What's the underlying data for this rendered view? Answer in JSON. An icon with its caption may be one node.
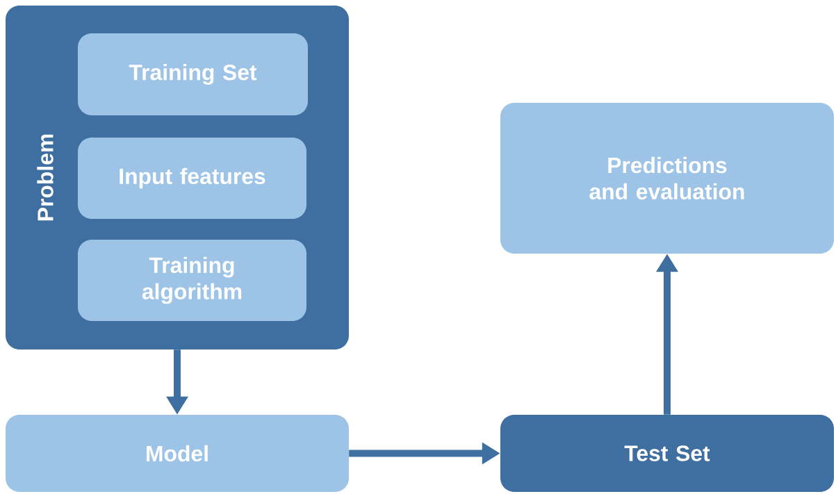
{
  "diagram": {
    "nodes": [
      {
        "text": [
          "Problem"
        ]
      },
      {
        "text": [
          "Training Set"
        ],
        "in": 0
      },
      {
        "text": [
          "Input features"
        ],
        "in": 0
      },
      {
        "text": [
          "Training algorithm"
        ],
        "in": 0
      },
      {
        "text": [
          "Model"
        ]
      },
      {
        "text": [
          "Test Set"
        ]
      },
      {
        "text": [
          "Predictions and evaluation"
        ]
      }
    ],
    "edges": [
      {
        "from": 0,
        "to": 4,
        "arrow": "to"
      },
      {
        "from": 4,
        "to": 5,
        "arrow": "to"
      },
      {
        "from": 5,
        "to": 6,
        "arrow": "to"
      }
    ]
  }
}
